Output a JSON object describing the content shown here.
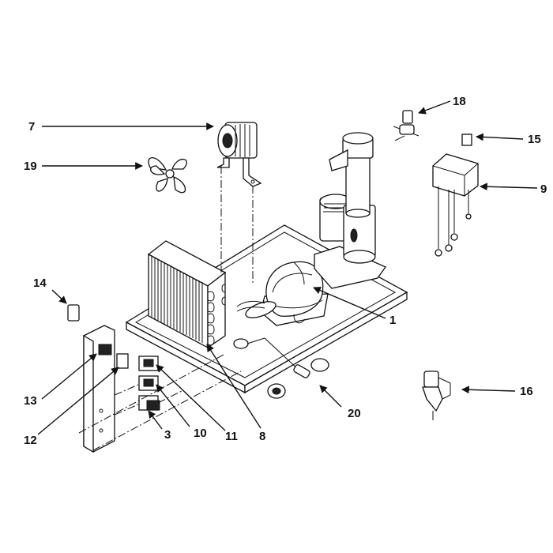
{
  "callouts": [
    {
      "id": "1",
      "label": "1"
    },
    {
      "id": "3",
      "label": "3"
    },
    {
      "id": "7",
      "label": "7"
    },
    {
      "id": "8",
      "label": "8"
    },
    {
      "id": "9",
      "label": "9"
    },
    {
      "id": "10",
      "label": "10"
    },
    {
      "id": "11",
      "label": "11"
    },
    {
      "id": "12",
      "label": "12"
    },
    {
      "id": "13",
      "label": "13"
    },
    {
      "id": "14",
      "label": "14"
    },
    {
      "id": "15",
      "label": "15"
    },
    {
      "id": "16",
      "label": "16"
    },
    {
      "id": "18",
      "label": "18"
    },
    {
      "id": "19",
      "label": "19"
    },
    {
      "id": "20",
      "label": "20"
    }
  ]
}
